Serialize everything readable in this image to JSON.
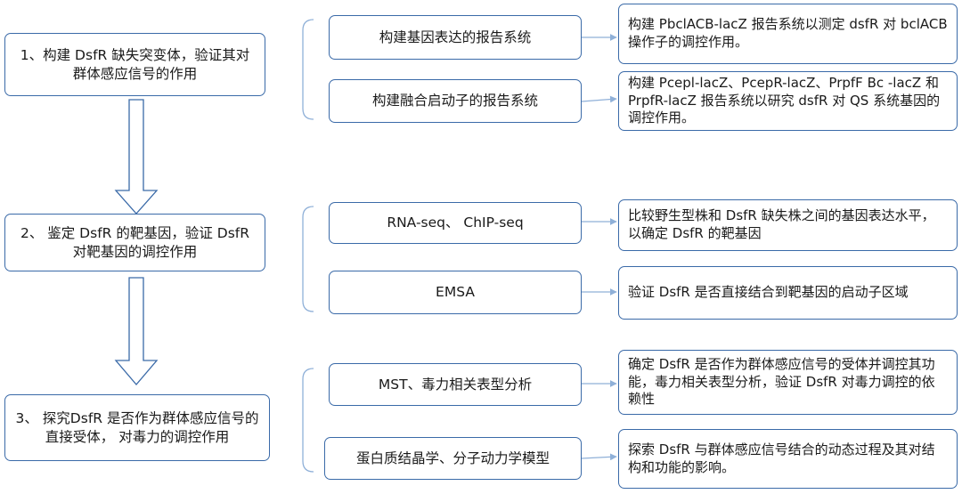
{
  "colors": {
    "border": "#3a6aa8",
    "connector": "#8fb0d8",
    "arrow_fill": "#ffffff"
  },
  "steps": [
    {
      "label": "1、构建 DsfR 缺失突变体，验证其对群体感应信号的作用",
      "methods": [
        {
          "label": "构建基因表达的报告系统",
          "result": "构建 PbclACB-lacZ 报告系统以测定 dsfR 对 bclACB 操作子的调控作用。"
        },
        {
          "label": "构建融合启动子的报告系统",
          "result": "构建 Pcepl-lacZ、PcepR-lacZ、PrpfF Bc -lacZ 和 PrpfR-lacZ 报告系统以研究 dsfR 对 QS 系统基因的调控作用。"
        }
      ]
    },
    {
      "label": "2、 鉴定 DsfR 的靶基因，验证 DsfR 对靶基因的调控作用",
      "methods": [
        {
          "label": "RNA-seq、 ChIP-seq",
          "result": "比较野生型株和 DsfR 缺失株之间的基因表达水平，以确定 DsfR 的靶基因"
        },
        {
          "label": "EMSA",
          "result": "验证 DsfR 是否直接结合到靶基因的启动子区域"
        }
      ]
    },
    {
      "label": "3、 探究DsfR 是否作为群体感应信号的直接受体， 对毒力的调控作用",
      "methods": [
        {
          "label": "MST、毒力相关表型分析",
          "result": "确定 DsfR 是否作为群体感应信号的受体并调控其功能，毒力相关表型分析，验证 DsfR 对毒力调控的依赖性"
        },
        {
          "label": "蛋白质结晶学、分子动力学模型",
          "result": "探索 DsfR 与群体感应信号结合的动态过程及其对结构和功能的影响。"
        }
      ]
    }
  ]
}
